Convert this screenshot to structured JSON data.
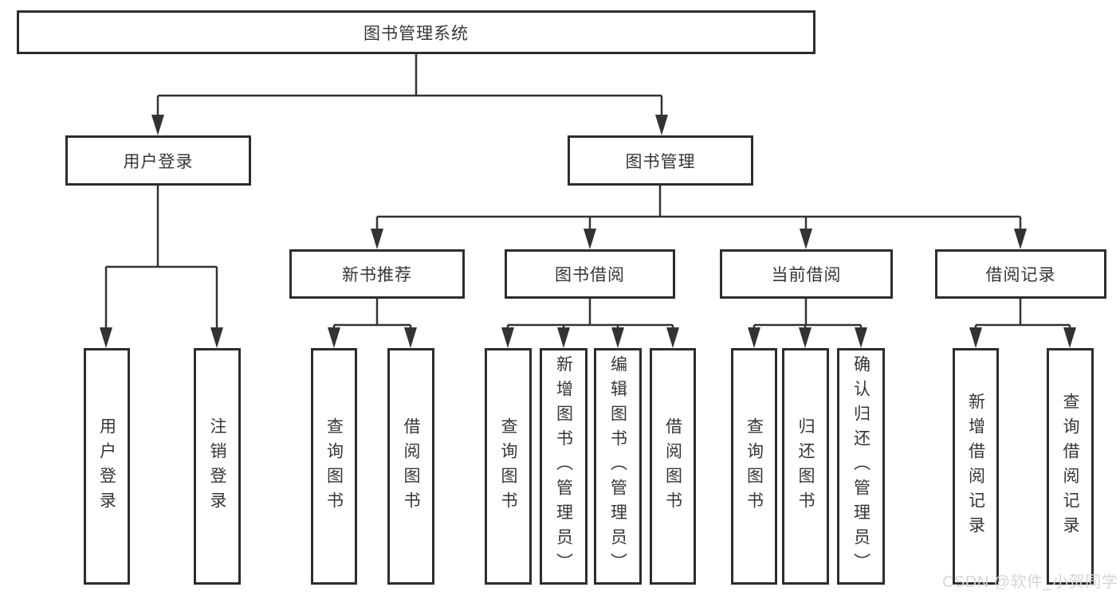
{
  "diagram": {
    "nodes": {
      "root": "图书管理系统",
      "user_login": "用户登录",
      "book_mgmt": "图书管理",
      "new_book_rec": "新书推荐",
      "book_borrow": "图书借阅",
      "current_borrow": "当前借阅",
      "borrow_records": "借阅记录",
      "leaf_user_login": "用户登录",
      "leaf_logout": "注销登录",
      "leaf_query_books_a": "查询图书",
      "leaf_borrow_books_a": "借阅图书",
      "leaf_query_books_b": "查询图书",
      "leaf_add_books": "新增图书（管理员）",
      "leaf_edit_books": "编辑图书（管理员）",
      "leaf_borrow_books_b": "借阅图书",
      "leaf_query_books_c": "查询图书",
      "leaf_return_books": "归还图书",
      "leaf_confirm_return": "确认归还（管理员）",
      "leaf_add_record": "新增借阅记录",
      "leaf_query_record": "查询借阅记录"
    },
    "line_color": "#333333",
    "watermark": "CSDN @软件_小贺同学"
  }
}
